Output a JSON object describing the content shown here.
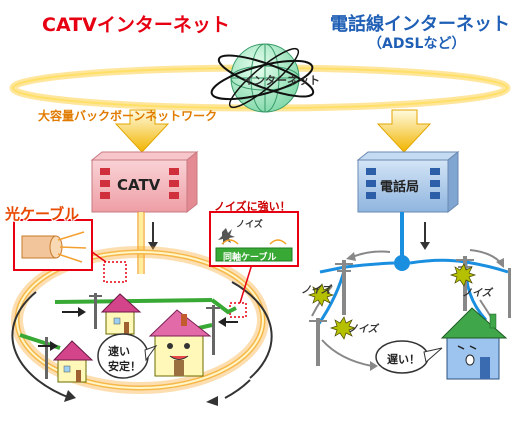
{
  "titles": {
    "catv_internet": "CATVインターネット",
    "phone_internet": "電話線インターネット",
    "phone_internet_sub": "（ADSLなど）"
  },
  "labels": {
    "backbone": "大容量バックボーンネットワーク",
    "internet": "インターネット",
    "catv_station": "CATV",
    "phone_station": "電話局",
    "fiber_cable": "光ケーブル",
    "noise_strong": "ノイズに強い！",
    "noise_inset": "ノイズ",
    "coax_cable": "同軸ケーブル",
    "fast": "速い",
    "stable": "安定！",
    "slow": "遅い！",
    "noise_1": "ノイズ",
    "noise_2": "ノイズ",
    "noise_3": "ノイズ"
  },
  "colors": {
    "catv_red": "#e60012",
    "phone_blue": "#1f5fb6",
    "fiber_orange": "#f5a020",
    "coax_green": "#39a935",
    "phone_line_blue": "#1a8fe0",
    "building_pink": "#f4b6bb",
    "building_blue": "#a9c8ea"
  }
}
